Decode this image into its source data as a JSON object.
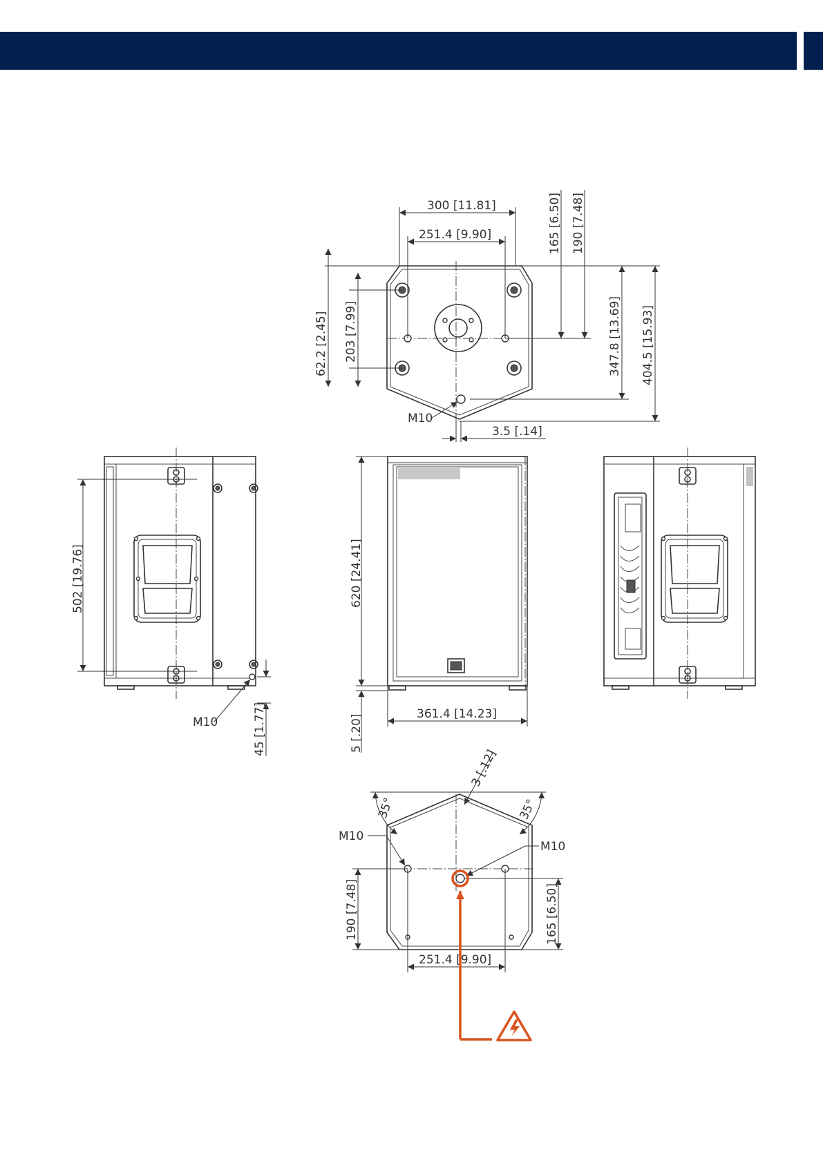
{
  "colors": {
    "header": "#02204f",
    "warning": "#d9531e",
    "line": "#333333"
  },
  "icons": {
    "warning": "electrical-hazard-triangle-icon"
  },
  "top_view": {
    "dims": {
      "w300": "300 [11.81]",
      "w251": "251.4 [9.90]",
      "v165": "165 [6.50]",
      "v190": "190 [7.48]",
      "v62": "62.2 [2.45]",
      "v203": "203 [7.99]",
      "v347": "347.8 [13.69]",
      "v404": "404.5 [15.93]",
      "w35": "3.5 [.14]"
    },
    "mio": "M10"
  },
  "side_view_left": {
    "dims": {
      "v502": "502 [19.76]",
      "v45": "45 [1.77]"
    },
    "mio": "M10"
  },
  "front_view": {
    "dims": {
      "v620": "620 [24.41]",
      "w361": "361.4 [14.23]",
      "v5": "5 [.20]"
    }
  },
  "bottom_view": {
    "dims": {
      "d3": "3 [.12]",
      "a35l": "35°",
      "a35r": "35°",
      "v190": "190 [7.48]",
      "v165": "165 [6.50]",
      "w251": "251.4 [9.90]"
    },
    "mio_left": "M10",
    "mio_right": "M10"
  }
}
